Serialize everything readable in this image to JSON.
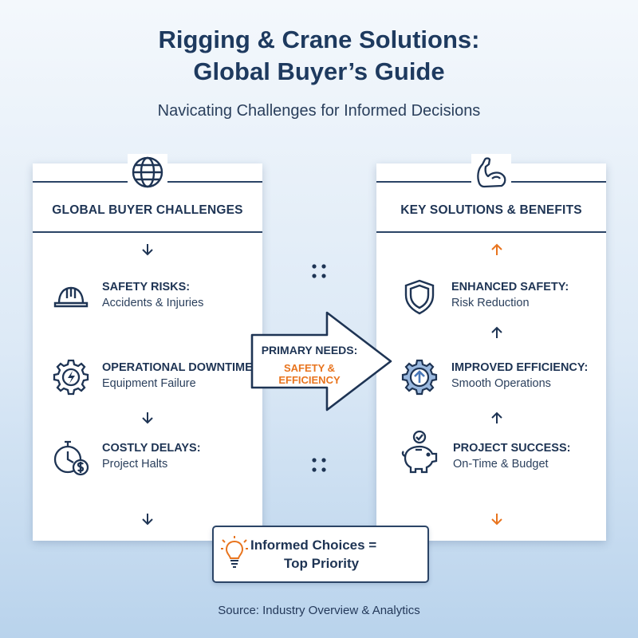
{
  "header": {
    "title_line1": "Rigging & Crane Solutions:",
    "title_line2": "Global Buyer’s Guide",
    "subtitle": "Navicating Challenges for Informed Decisions"
  },
  "left_panel": {
    "heading": "GLOBAL BUYER CHALLENGES",
    "icon": "globe-icon",
    "items": [
      {
        "title": "SAFETY RISKS:",
        "detail": "Accidents & Injuries",
        "icon": "hard-hat-icon"
      },
      {
        "title": "OPERATIONAL DOWNTIME:",
        "detail": "Equipment Failure",
        "icon": "gear-lightning-icon"
      },
      {
        "title": "COSTLY DELAYS:",
        "detail": "Project Halts",
        "icon": "stopwatch-dollar-icon"
      }
    ]
  },
  "center": {
    "label": "PRIMARY NEEDS:",
    "value": "SAFETY & EFFICIENCY"
  },
  "right_panel": {
    "heading": "KEY SOLUTIONS & BENEFITS",
    "icon": "flexed-arm-icon",
    "items": [
      {
        "title": "ENHANCED SAFETY:",
        "detail": "Risk Reduction",
        "icon": "shield-icon"
      },
      {
        "title": "IMPROVED EFFICIENCY:",
        "detail": "Smooth Operations",
        "icon": "gear-up-arrow-icon"
      },
      {
        "title": "PROJECT SUCCESS:",
        "detail": "On-Time & Budget",
        "icon": "piggy-bank-check-icon"
      }
    ]
  },
  "callout": {
    "line1": "Informed Choices =",
    "line2": "Top Priority",
    "icon": "lightbulb-icon"
  },
  "footer": {
    "source": "Source: Industry Overview & Analytics"
  },
  "colors": {
    "navy": "#1e3454",
    "accent_orange": "#e8741e",
    "accent_blue": "#4a78b8",
    "panel_bg": "#ffffff"
  }
}
